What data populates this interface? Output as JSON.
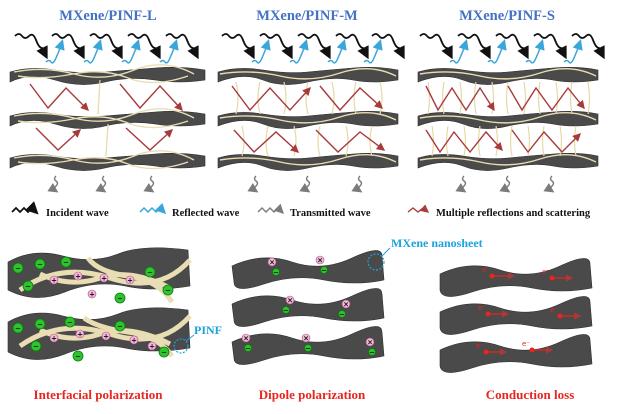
{
  "top_panels": [
    {
      "title": "MXene/PINF-L"
    },
    {
      "title": "MXene/PINF-M"
    },
    {
      "title": "MXene/PINF-S"
    }
  ],
  "legend": {
    "incident": "Incident wave",
    "reflected": "Reflected wave",
    "transmitted": "Transmitted wave",
    "multiple": "Multiple reflections and scattering"
  },
  "bottom_panels": {
    "callout_pinf": "PINF",
    "callout_mxene": "MXene nanosheet",
    "captions": [
      "Interfacial polarization",
      "Dipole polarization",
      "Conduction loss"
    ]
  },
  "glyphs": {
    "neg": "−",
    "pos": "+",
    "dipole": "×",
    "electron": "e⁻"
  },
  "colors": {
    "title": "#4472c4",
    "caption": "#e8251f",
    "callout": "#1ca3dc"
  }
}
